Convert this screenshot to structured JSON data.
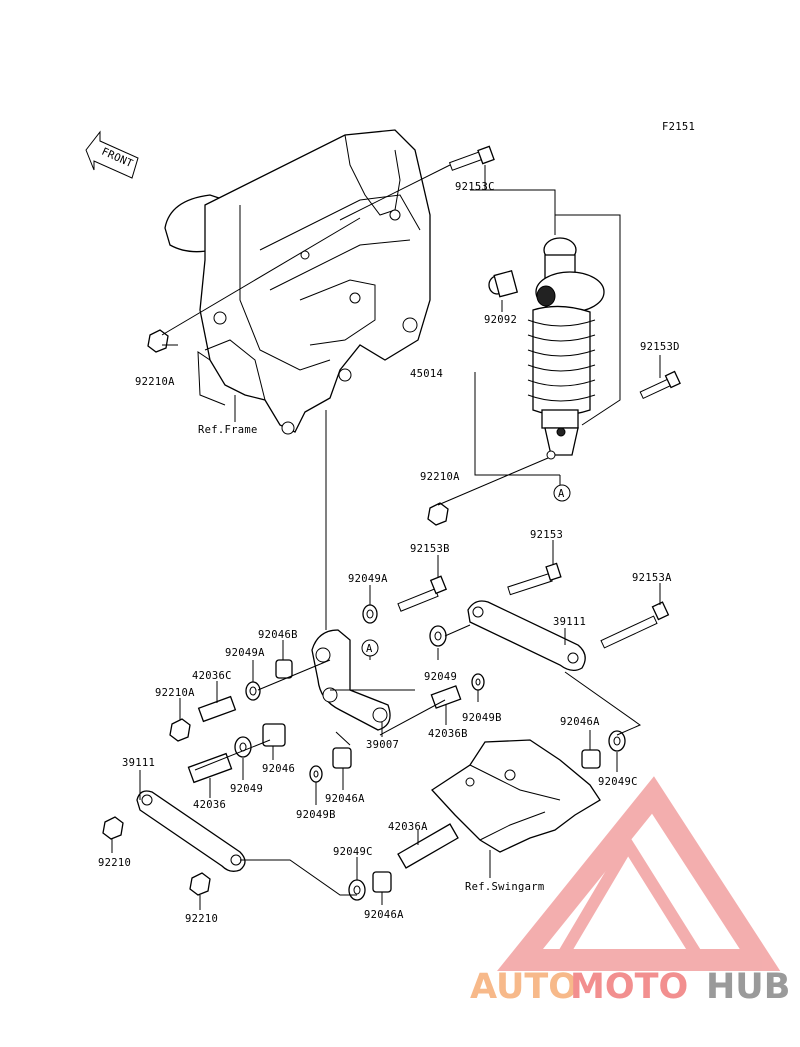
{
  "figure_code": "F2151",
  "front_label": "FRONT",
  "ref_frame": "Ref.Frame",
  "ref_swingarm": "Ref.Swingarm",
  "callout_a": "A",
  "parts": {
    "p92153c": "92153C",
    "p92092": "92092",
    "p92153d": "92153D",
    "p45014": "45014",
    "p92210a_top": "92210A",
    "p92210a_mid": "92210A",
    "p92153b": "92153B",
    "p92153": "92153",
    "p92153a": "92153A",
    "p92049a_1": "92049A",
    "p39111_right": "39111",
    "p92046b": "92046B",
    "p92049a_2": "92049A",
    "p42036c": "42036C",
    "p92049_mid": "92049",
    "p92210a_low": "92210A",
    "p92049b_1": "92049B",
    "p42036b": "42036B",
    "p39007": "39007",
    "p92046a_1": "92046A",
    "p39111_left": "39111",
    "p92046": "92046",
    "p92049c_1": "92049C",
    "p42036": "42036",
    "p92049_low": "92049",
    "p92046a_2": "92046A",
    "p92049b_2": "92049B",
    "p42036a": "42036A",
    "p92210_1": "92210",
    "p92049c_2": "92049C",
    "p92210_2": "92210",
    "p92046a_3": "92046A"
  },
  "watermark": {
    "part1": "AUTO",
    "part2": "MOTO",
    "part3": "HUB",
    "color_auto": "#f7b98a",
    "color_moto": "#f28f8f",
    "color_hub": "#9a9a9a",
    "triangle_color": "#f2a0a0"
  }
}
